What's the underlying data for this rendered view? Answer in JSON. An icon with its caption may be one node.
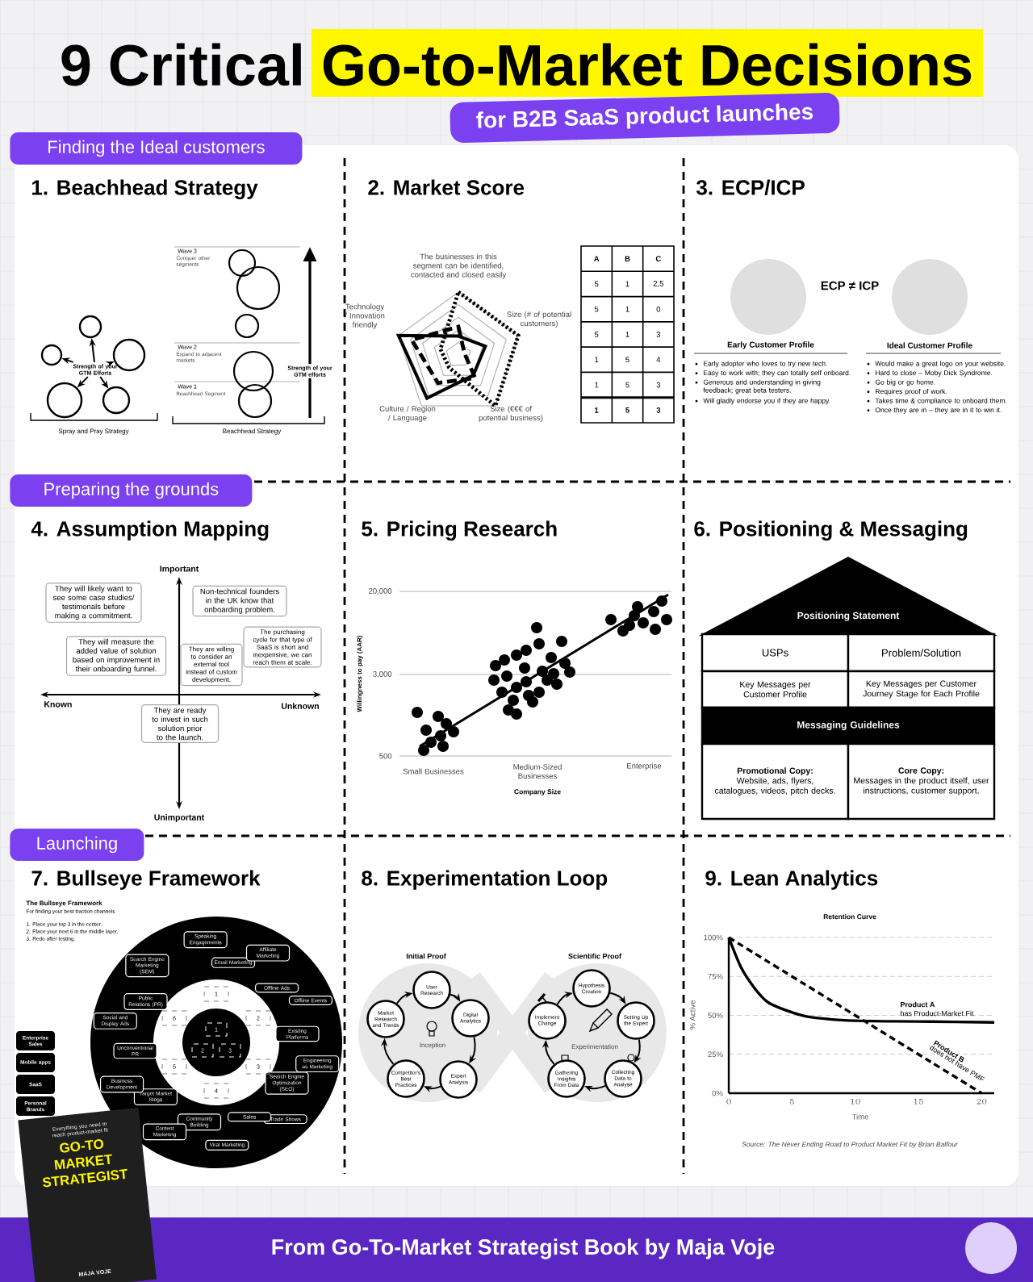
{
  "diagram": {
    "title": "9 Critical Go-to-Market Decisions",
    "caption": "From Go-To-Market Strategist Book by Maja Voje",
    "nodes": [
      {
        "text": [
          "1. Beachhead Strategy"
        ]
      },
      {
        "text": [
          "Strength of your GTM Efforts"
        ]
      },
      {
        "text": [],
        "shape": "circle"
      },
      {
        "text": [],
        "shape": "circle"
      },
      {
        "text": [],
        "shape": "circle"
      },
      {
        "text": [],
        "shape": "circle"
      },
      {
        "text": [],
        "shape": "circle"
      },
      {
        "text": [
          "2. Market Score"
        ]
      },
      {
        "text": [
          "3. ECP/ICP"
        ]
      },
      {
        "text": [
          "4. Assumption Mapping"
        ]
      },
      {
        "text": [
          "They will likely want to see some case studies/ testimonals before making a commitment."
        ]
      },
      {
        "text": [
          "Non-technical founders in the UK know that onboarding problem."
        ]
      },
      {
        "text": [
          "The purchasing cycle for that type of SaaS is short and inexpensive, we can reach them at scale."
        ]
      },
      {
        "text": [
          "They will measure the added value of solution based on improvement in their onboarding funnel."
        ]
      },
      {
        "text": [
          "They are willing to consider an external tool instead of custom development."
        ]
      },
      {
        "text": [
          "They are ready to invest in such solution prior to the launch."
        ]
      },
      {
        "text": [
          "5. Pricing Research"
        ]
      },
      {
        "text": [
          "6. Positioning & Messaging"
        ]
      },
      {
        "text": [
          "Positioning Statement"
        ]
      },
      {
        "text": [
          "USPs"
        ]
      },
      {
        "text": [
          "Problem/Solution"
        ]
      },
      {
        "text": [
          "Key Messages per Customer Profile"
        ]
      },
      {
        "text": [
          "Key Messages per Customer Journey Stage for Each Profile"
        ]
      },
      {
        "text": [
          "Messaging Guidelines"
        ]
      },
      {
        "text": [
          "Promotional Copy:",
          "Website, ads, flyers, catalogues, videos, pitch decks."
        ]
      },
      {
        "text": [
          "Core Copy:",
          "Messages in the product itself, user instructions, customer support."
        ]
      },
      {
        "text": [
          "7. Bullseye Framework"
        ]
      },
      {
        "text": [
          "8. Experimentation Loop"
        ]
      },
      {
        "text": [
          "User Research"
        ]
      },
      {
        "text": [
          "Digital Analytics"
        ]
      },
      {
        "text": [
          "Expert Analysis"
        ]
      },
      {
        "text": [
          "Competitor's Best Practices"
        ]
      },
      {
        "text": [
          "Market Research and Trends"
        ]
      },
      {
        "text": [
          "Hypothesis Creation"
        ]
      },
      {
        "text": [
          "Setting Up the Expert"
        ]
      },
      {
        "text": [
          "Collecting Data to Analyse"
        ]
      },
      {
        "text": [
          "Gathering Insights From Data"
        ]
      },
      {
        "text": [
          "Implement Change"
        ]
      },
      {
        "text": [
          "9. Lean Analytics"
        ]
      }
    ],
    "edges": [
      {
        "from": 1,
        "to": 2,
        "arrow": "to"
      },
      {
        "from": 1,
        "to": 3,
        "arrow": "to"
      },
      {
        "from": 1,
        "to": 4,
        "arrow": "to"
      },
      {
        "from": 1,
        "to": 5,
        "arrow": "to"
      },
      {
        "from": 1,
        "to": 6,
        "arrow": "to"
      },
      {
        "from": 32,
        "to": 28,
        "arrow": "to"
      },
      {
        "from": 28,
        "to": 29,
        "arrow": "to"
      },
      {
        "from": 29,
        "to": 30,
        "arrow": "to"
      },
      {
        "from": 30,
        "to": 31,
        "arrow": "to"
      },
      {
        "from": 31,
        "to": 32,
        "arrow": "to"
      },
      {
        "from": 37,
        "to": 33,
        "arrow": "to"
      },
      {
        "from": 33,
        "to": 34,
        "arrow": "to"
      },
      {
        "from": 34,
        "to": 35,
        "arrow": "to"
      },
      {
        "from": 35,
        "to": 36,
        "arrow": "to"
      },
      {
        "from": 36,
        "to": 37,
        "arrow": "to"
      }
    ],
    "labels": [
      "for B2B SaaS product launches",
      "Finding the Ideal customers",
      "Wave 3",
      "Conquer other segments",
      "Wave 2",
      "Expand to adjacent markets",
      "Wave 1",
      "Beachhead Segment",
      "Strength of your GTM efforts",
      "Spray and Pray Strategy",
      "Beachhead Strategy",
      "The businesses in this segment can be identified, contacted and closed easily",
      "Technology / Innovation friendly",
      "Size (# of potential customers)",
      "Culture / Region / Language",
      "Size (€€€ of potential business)",
      "A",
      "B",
      "C",
      "5",
      "1",
      "2,5",
      "5",
      "1",
      "0",
      "5",
      "1",
      "3",
      "1",
      "5",
      "4",
      "1",
      "5",
      "3",
      "1",
      "5",
      "3",
      "ECP ≠ ICP",
      "Early Customer Profile",
      "Ideal Customer Profile",
      "Early adopter who loves to try new tech.",
      "Easy to work with; they can totally self onboard.",
      "Generous and understanding in giving feedback; great beta testers.",
      "Will gladly endorse you if they are happy.",
      "Would make a great logo on your website.",
      "Hard to close – Moby Dick Syndrome.",
      "Go big or go home.",
      "Requires proof of work.",
      "Takes time & compliance to onboard them.",
      "Once they are in – they are in it to win it.",
      "Preparing the grounds",
      "Important",
      "Known",
      "Unknown",
      "Unimportant",
      "20,000",
      "3,000",
      "500",
      "Willingness to pay (AAR)",
      "Small Businesses",
      "Medium-Sized Businesses",
      "Enterprise",
      "Company Size",
      "Launching",
      "The Bullseye Framework",
      "For finding your best traction channels",
      "1. Place your top 3 in the center.",
      "2. Place your next 6 in the middle layer.",
      "3. Redo after testing.",
      "Speaking Engagements",
      "Email Marketing",
      "Affiliate Marketing",
      "Offline Ads",
      "Offline Events",
      "Existing Platforms",
      "Engineering as Marketing",
      "Search Engine Optimization (SEO)",
      "Trade Shows",
      "Sales",
      "Viral Marketing",
      "Community Building",
      "Content Marketing",
      "Target Market Blogs",
      "Business Development",
      "Unconventional PR",
      "Social and Display Ads",
      "Public Relations (PR)",
      "Search Engine Marketing (SEM)",
      "1",
      "2",
      "3",
      "4",
      "5",
      "6",
      "1",
      "2",
      "3",
      "Enterprise Sales",
      "Mobile apps",
      "SaaS",
      "Personal Brands",
      "Everything you need to reach product-market fit",
      "GO-TO MARKET STRATEGIST",
      "MAJA VOJE",
      "Initial Proof",
      "Scientific Proof",
      "Inception",
      "Experimentation",
      "Source: The Never Ending Road to Product Market Fit by Brian Balfour"
    ],
    "chart_data": {
      "type": "line",
      "title": "Retention Curve",
      "xlabel": "Time",
      "ylabel": "% Active",
      "x": [
        0,
        1,
        2,
        3,
        4,
        6,
        8,
        10,
        13,
        16,
        20,
        21
      ],
      "series": [
        {
          "color": "#000000",
          "values": [
            100,
            80.4,
            67.9,
            59,
            54.9,
            49.6,
            47.5,
            46.6,
            46.2,
            46,
            45.6,
            45.5
          ]
        },
        {
          "color": "#000000",
          "line_style": "dashed",
          "values": [
            100,
            95,
            90,
            85,
            80,
            70,
            60,
            50,
            35,
            20,
            0,
            null
          ]
        }
      ],
      "xlim": [
        0,
        21
      ],
      "ylim": [
        0,
        100
      ],
      "xticks": [
        0,
        5,
        10,
        15,
        20
      ],
      "yticks": [
        {
          "value": 0,
          "label": "0%"
        },
        {
          "value": 25,
          "label": "25%"
        },
        {
          "value": 50,
          "label": "50%"
        },
        {
          "value": 75,
          "label": "75%"
        },
        {
          "value": 100,
          "label": "100%"
        }
      ],
      "grid": true,
      "annotations": [
        "Product A",
        "has Product-Market Fit",
        "Product B",
        "does not have PMF"
      ]
    }
  }
}
